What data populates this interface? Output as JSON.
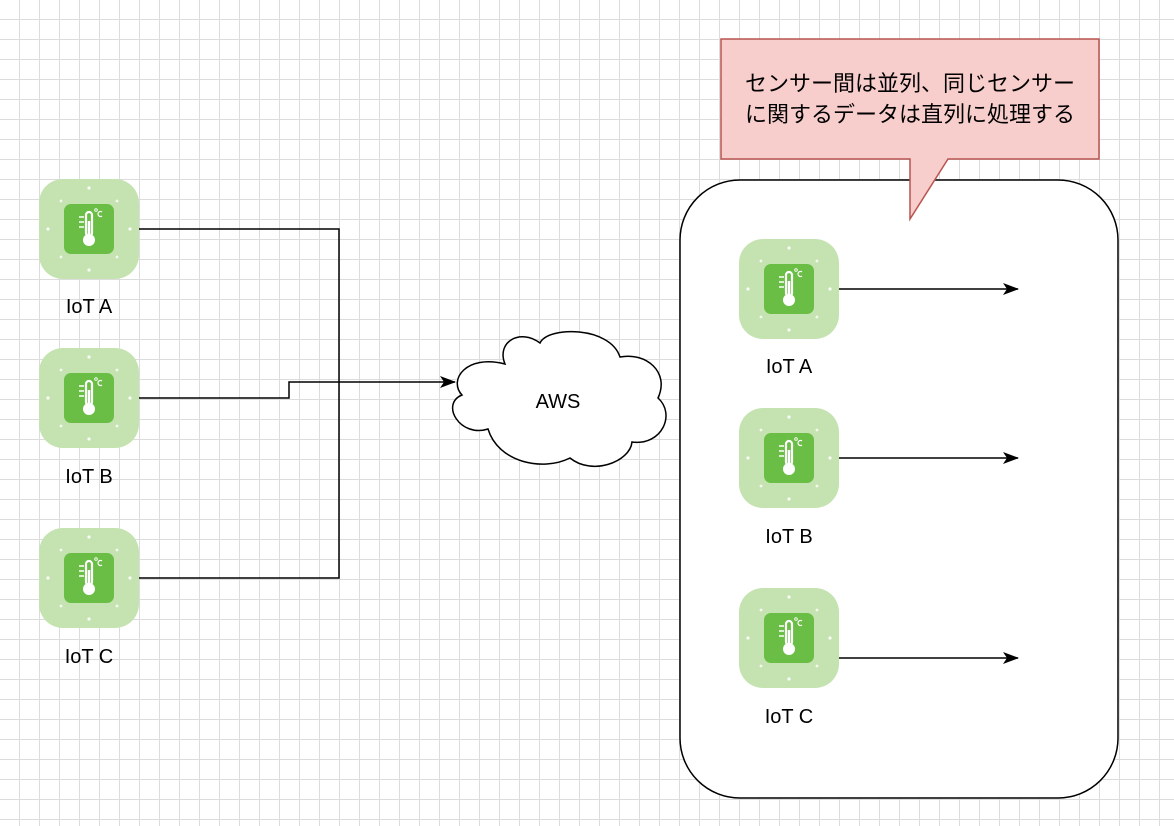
{
  "sources": [
    {
      "label": "IoT A",
      "icon": "thermometer-icon"
    },
    {
      "label": "IoT B",
      "icon": "thermometer-icon"
    },
    {
      "label": "IoT C",
      "icon": "thermometer-icon"
    }
  ],
  "cloud": {
    "label": "AWS"
  },
  "processing": {
    "sensors": [
      {
        "label": "IoT A",
        "icon": "thermometer-icon"
      },
      {
        "label": "IoT B",
        "icon": "thermometer-icon"
      },
      {
        "label": "IoT C",
        "icon": "thermometer-icon"
      }
    ]
  },
  "callout": {
    "line1": "センサー間は並列、同じセンサー",
    "line2": "に関するデータは直列に処理する"
  },
  "colors": {
    "sensor_outer": "#c5e3b1",
    "sensor_inner": "#6abe45",
    "callout_fill": "#f8cecc",
    "callout_stroke": "#b85450"
  }
}
